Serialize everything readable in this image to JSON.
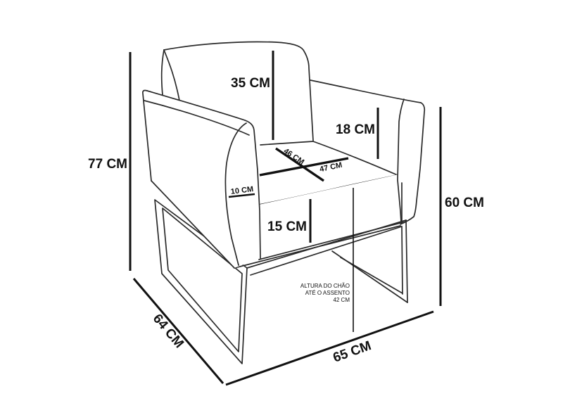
{
  "figure": {
    "background": "#ffffff",
    "chair_line_color": "#2a2a2a",
    "dimension_color": "#111111"
  },
  "dimensions": {
    "total_height": "77 CM",
    "backrest_height": "35 CM",
    "armrest_above_seat": "18 CM",
    "armrest_front_width": "10 CM",
    "seat_cross_a": "46 CM",
    "seat_cross_b": "47 CM",
    "seat_base_front_height": "15 CM",
    "overall_side_height": "60 CM",
    "depth": "64 CM",
    "width": "65 CM"
  },
  "floor_note": {
    "line1": "ALTURA DO CHÃO",
    "line2": "ATÉ O ASSENTO",
    "line3": "42 CM"
  },
  "dimensions_cm": {
    "total_height": 77,
    "backrest_height": 35,
    "armrest_above_seat": 18,
    "armrest_front_width": 10,
    "seat_cross_a": 46,
    "seat_cross_b": 47,
    "seat_base_front_height": 15,
    "overall_side_height": 60,
    "depth": 64,
    "width": 65,
    "floor_to_seat": 42
  }
}
